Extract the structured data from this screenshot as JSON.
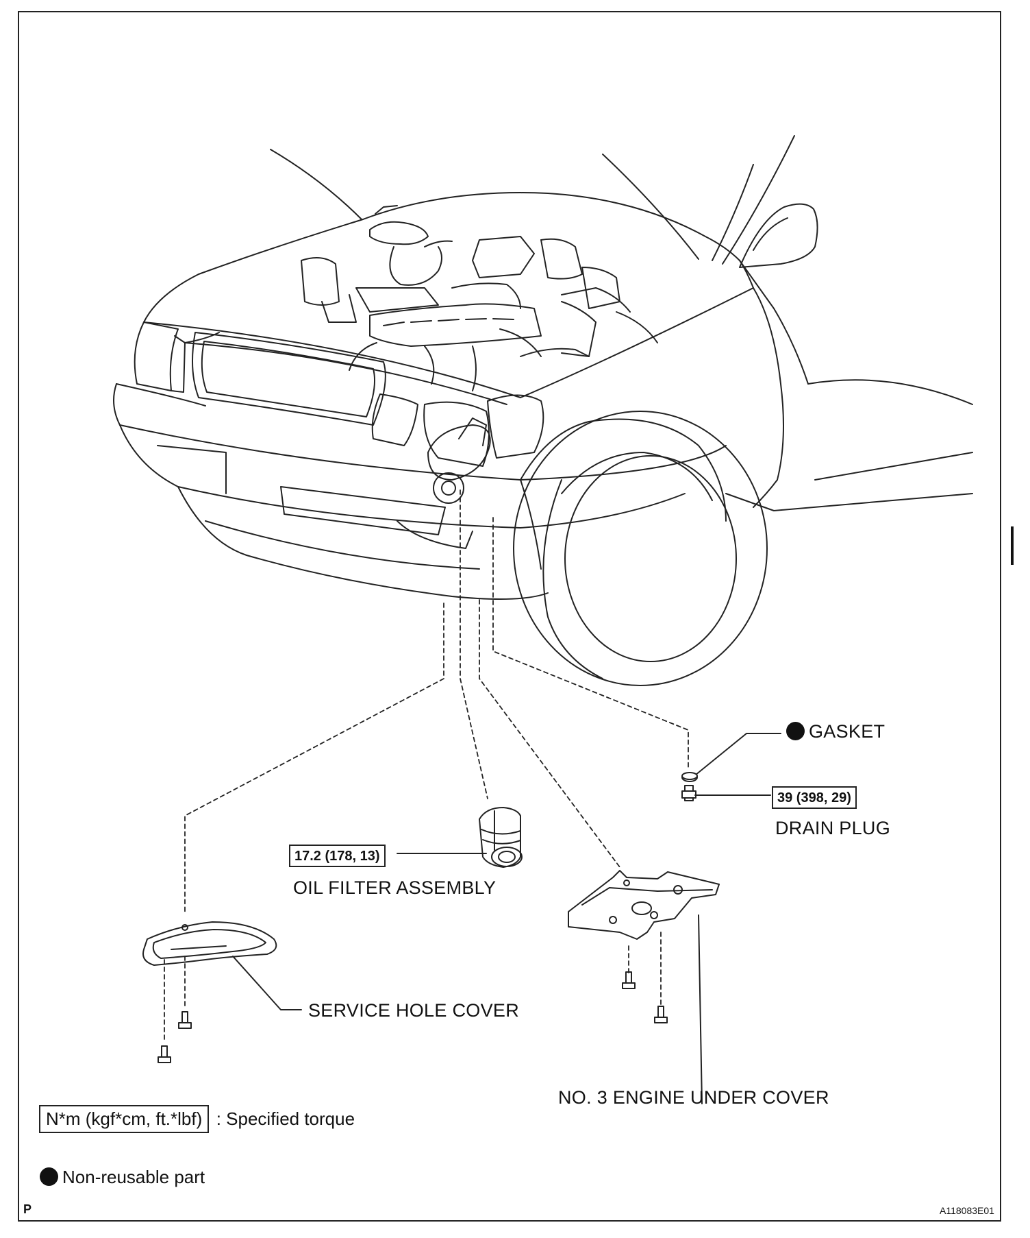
{
  "parts": {
    "gasket": "GASKET",
    "drain_plug": "DRAIN PLUG",
    "oil_filter": "OIL FILTER ASSEMBLY",
    "service_hole_cover": "SERVICE HOLE COVER",
    "under_cover": "NO. 3 ENGINE UNDER COVER"
  },
  "torques": {
    "drain_plug": "39 (398, 29)",
    "oil_filter": "17.2 (178, 13)"
  },
  "legend": {
    "torque_unit": "N*m (kgf*cm, ft.*lbf)",
    "torque_desc": ": Specified torque",
    "nonreusable_desc": "Non-reusable part"
  },
  "footer": {
    "left_code": "P",
    "figure_id": "A118083E01"
  }
}
